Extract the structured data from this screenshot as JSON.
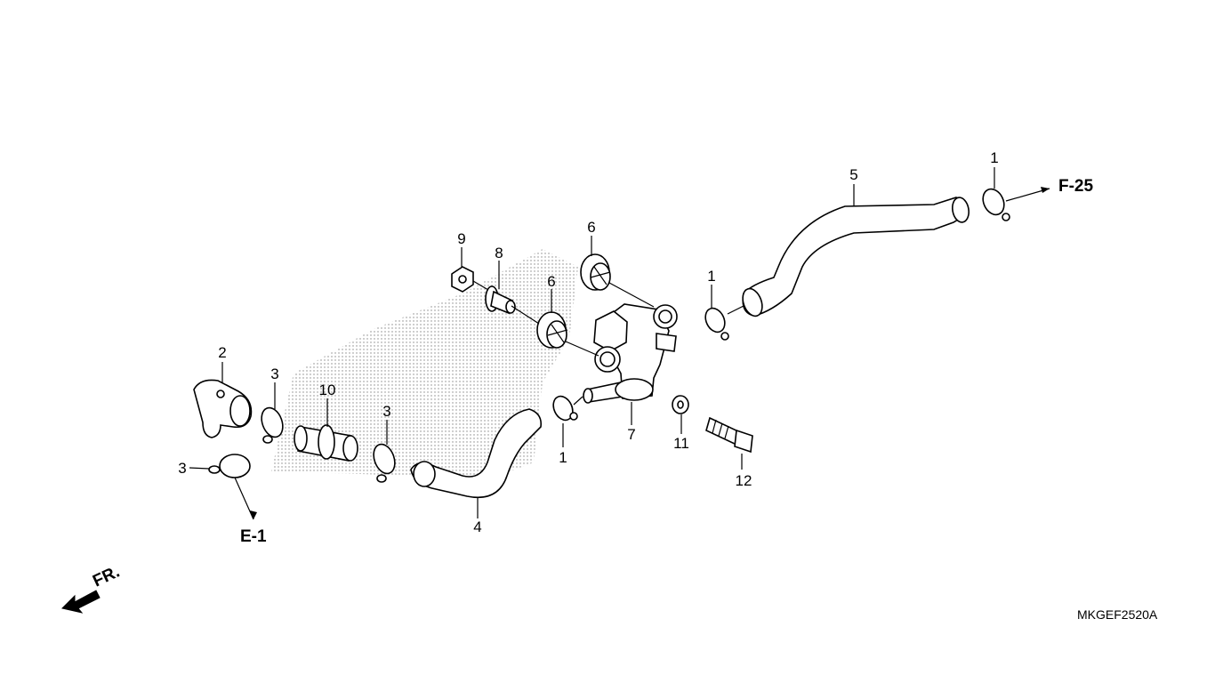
{
  "diagram": {
    "drawing_code": "MKGEF2520A",
    "reference_links": {
      "front": "F-25",
      "bottom": "E-1"
    },
    "direction_label": "FR.",
    "callouts": {
      "p1a": "1",
      "p1b": "1",
      "p1c": "1",
      "p2": "2",
      "p3a": "3",
      "p3b": "3",
      "p3c": "3",
      "p4": "4",
      "p5": "5",
      "p6a": "6",
      "p6b": "6",
      "p7": "7",
      "p8": "8",
      "p9": "9",
      "p10": "10",
      "p11": "11",
      "p12": "12"
    }
  }
}
